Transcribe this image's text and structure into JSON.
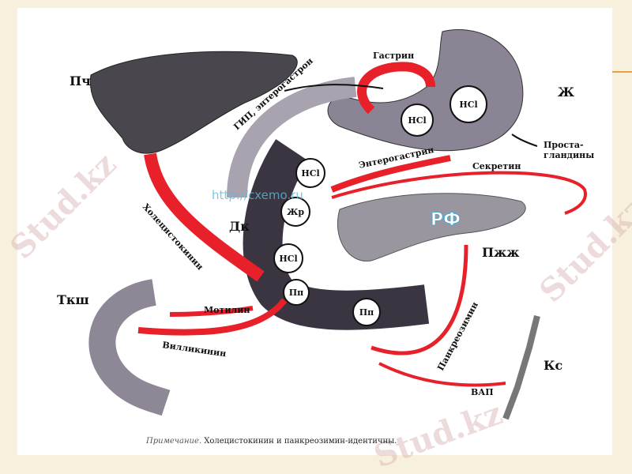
{
  "labels": {
    "liver": "Пч",
    "stomach": "Ж",
    "gastrin": "Гастрин",
    "gip": "ГИП, энтерогастрон",
    "prostaglandins_1": "Проста-",
    "prostaglandins_2": "гландины",
    "enterogastrin": "Энтерогастрин",
    "secretin": "Секретин",
    "duodenum": "Дк",
    "pancreas": "Пжж",
    "cholecystokinin": "Холецистокинин",
    "small_intestine": "Ткш",
    "motilin": "Мотилин",
    "villikinin": "Вилликинин",
    "pancreozymin": "Панкреозимин",
    "vessel": "Кс",
    "vip": "ВАП"
  },
  "circles": [
    "HCl",
    "HCl",
    "HCl",
    "Жр",
    "HCl",
    "Пп",
    "Пп"
  ],
  "caption": {
    "prefix": "Примечание.",
    "text": "Холецистокинин и панкреозимин-идентичны."
  },
  "watermarks": [
    "Stud.kz",
    "http://cxemo.ru",
    "РФ"
  ],
  "colors": {
    "arrow": "#e8202a",
    "organ": "#8a8494",
    "slide_bg": "#f6f0dd"
  }
}
